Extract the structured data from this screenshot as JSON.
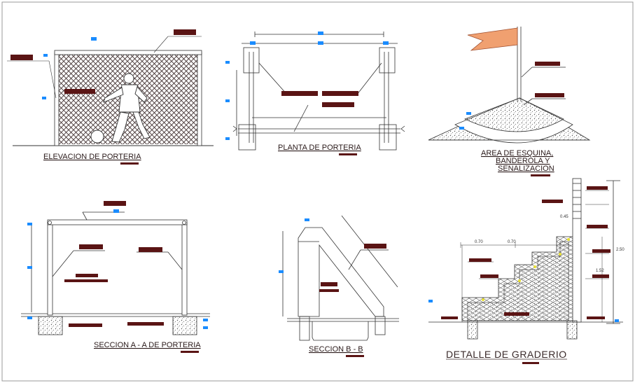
{
  "colors": {
    "line": "#3a3a3a",
    "annotation": "#5a1414",
    "dimension_marker": "#1a8cff",
    "flag": "#f0a070",
    "hatch": "#555555"
  },
  "drawings": {
    "elevacion": {
      "title": "ELEVACION DE PORTERIA"
    },
    "planta": {
      "title": "PLANTA DE PORTERIA"
    },
    "area": {
      "title_lines": [
        "AREA DE ESQUINA,",
        "BANDEROLA Y",
        "SENALIZACION"
      ]
    },
    "seccion_aa": {
      "title": "SECCION A - A  DE PORTERIA"
    },
    "seccion_bb": {
      "title": "SECCION B - B"
    },
    "graderio": {
      "title": "DETALLE DE GRADERIO",
      "dims": [
        "0.70",
        "0.70",
        "0.45",
        "2.50",
        "1.52"
      ]
    }
  }
}
